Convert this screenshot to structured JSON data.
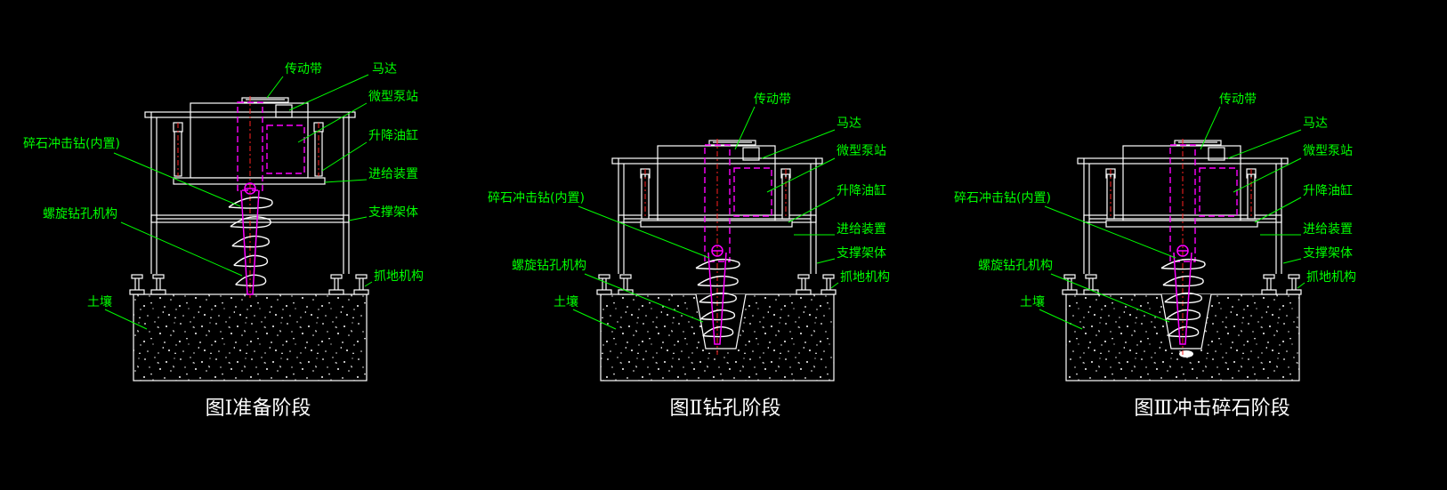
{
  "colors": {
    "background": "#000000",
    "label": "#00ff00",
    "caption": "#ffffff",
    "frame": "#ffffff",
    "hidden_line": "#ff00ff",
    "centerline": "#ff2020"
  },
  "panels": [
    {
      "caption": "图Ⅰ准备阶段",
      "labels": {
        "belt": "传动带",
        "motor": "马达",
        "pump": "微型泵站",
        "cylinder": "升降油缸",
        "feed": "进给装置",
        "frame": "支撑架体",
        "grip": "抓地机构",
        "crusher": "碎石冲击钻(内置)",
        "auger": "螺旋钻孔机构",
        "soil": "土壤"
      }
    },
    {
      "caption": "图Ⅱ钻孔阶段",
      "labels": {
        "belt": "传动带",
        "motor": "马达",
        "pump": "微型泵站",
        "cylinder": "升降油缸",
        "feed": "进给装置",
        "frame": "支撑架体",
        "grip": "抓地机构",
        "crusher": "碎石冲击钻(内置)",
        "auger": "螺旋钻孔机构",
        "soil": "土壤"
      }
    },
    {
      "caption": "图Ⅲ冲击碎石阶段",
      "labels": {
        "belt": "传动带",
        "motor": "马达",
        "pump": "微型泵站",
        "cylinder": "升降油缸",
        "feed": "进给装置",
        "frame": "支撑架体",
        "grip": "抓地机构",
        "crusher": "碎石冲击钻(内置)",
        "auger": "螺旋钻孔机构",
        "soil": "土壤"
      }
    }
  ]
}
